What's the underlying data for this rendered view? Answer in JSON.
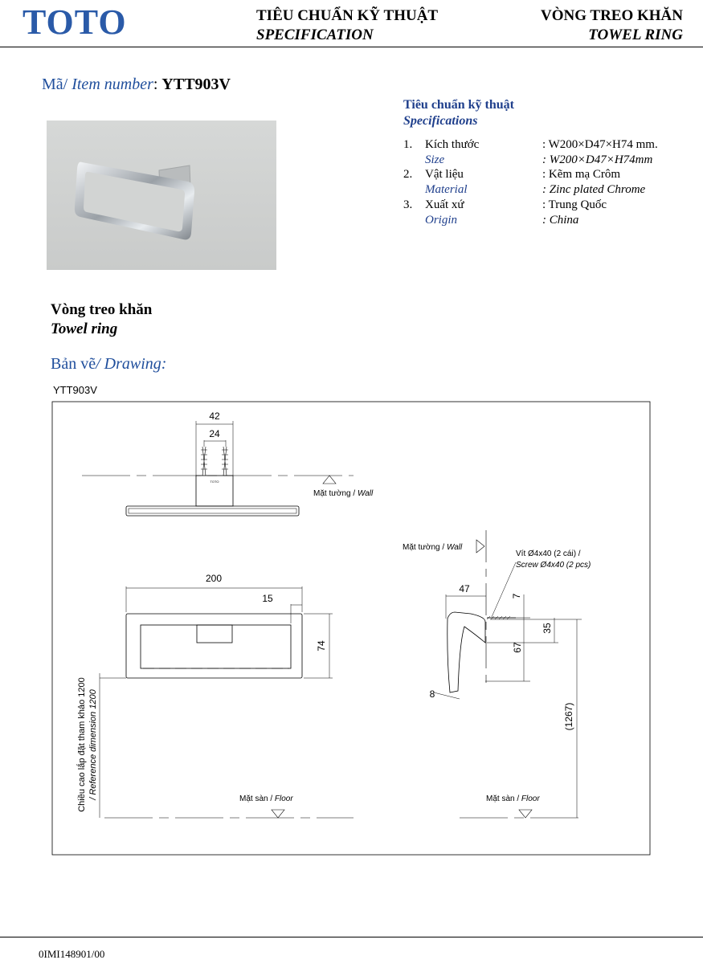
{
  "header": {
    "logo": "TOTO",
    "title_vi": "TIÊU CHUẨN KỸ THUẬT",
    "title_en": "SPECIFICATION",
    "product_vi": "VÒNG TREO KHĂN",
    "product_en": "TOWEL RING"
  },
  "item": {
    "label_vi": "Mã/ ",
    "label_en": "Item number",
    "sep": ": ",
    "number": "YTT903V"
  },
  "specs": {
    "title_vi": "Tiêu chuẩn kỹ thuật",
    "title_en": "Specifications",
    "rows": [
      {
        "n": "1.",
        "vi": "Kích thước",
        "en": "Size",
        "value_vi": ": W200×D47×H74 mm.",
        "value_en": ": W200×D47×H74mm"
      },
      {
        "n": "2.",
        "vi": "Vật liệu",
        "en": "Material",
        "value_vi": ": Kẽm mạ Crôm",
        "value_en": ": Zinc plated Chrome"
      },
      {
        "n": "3.",
        "vi": "Xuất xứ",
        "en": "Origin",
        "value_vi": ": Trung Quốc",
        "value_en": ": China"
      }
    ]
  },
  "description": {
    "vi": "Vòng treo khăn",
    "en": "Towel ring"
  },
  "drawing": {
    "label_vi": "Bản vẽ",
    "label_en": "/ Drawing:",
    "code": "YTT903V",
    "dims": {
      "top_outer": "42",
      "top_inner": "24",
      "width": "200",
      "offset": "15",
      "height": "74",
      "depth": "47",
      "screw_gap": "7",
      "screw_to_top": "35",
      "wall_span": "67",
      "slant": "8",
      "floor_height": "(1267)"
    },
    "labels": {
      "wall_top": "Mặt tường / ",
      "wall_top_it": "Wall",
      "wall_side": "Mặt tường / ",
      "wall_side_it": "Wall",
      "screw_vi": "Vít Ø4x40 (2 cái) /",
      "screw_en": "Screw Ø4x40 (2 pcs)",
      "floor_front": "Mặt sàn / ",
      "floor_front_it": "Floor",
      "floor_side": "Mặt sàn / ",
      "floor_side_it": "Floor",
      "ref_vi": "Chiều cao lắp đặt tham khảo 1200",
      "ref_en": "/ Reference dimension 1200",
      "toto_mark": "TOTO"
    }
  },
  "footer": {
    "doc_no": "0IMI148901/00"
  }
}
